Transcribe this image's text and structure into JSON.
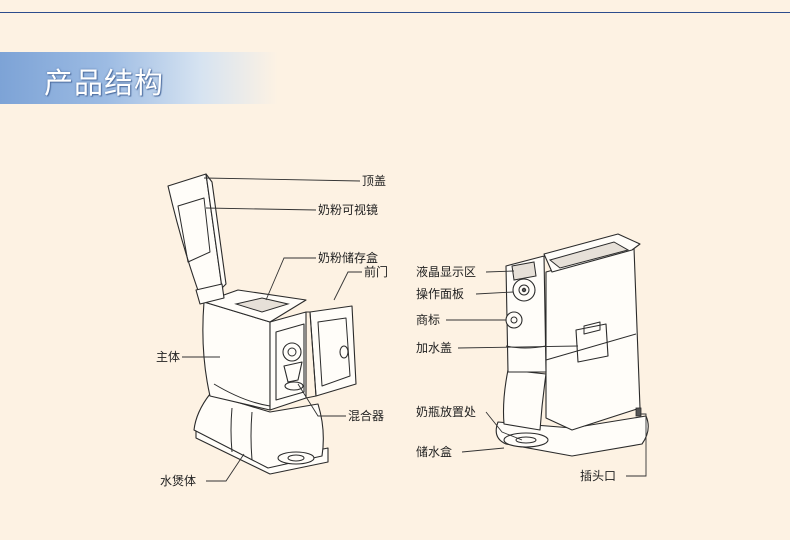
{
  "header": {
    "title": "产品结构"
  },
  "diagram": {
    "left_labels": {
      "top_lid": "顶盖",
      "powder_window": "奶粉可视镜",
      "powder_box": "奶粉储存盒",
      "front_door": "前门",
      "main_body": "主体",
      "mixer": "混合器",
      "water_heater": "水煲体"
    },
    "right_labels": {
      "lcd": "液晶显示区",
      "control_panel": "操作面板",
      "logo": "商标",
      "water_cap": "加水盖",
      "bottle_place": "奶瓶放置处",
      "water_tray": "储水盒",
      "plug": "插头口"
    }
  }
}
